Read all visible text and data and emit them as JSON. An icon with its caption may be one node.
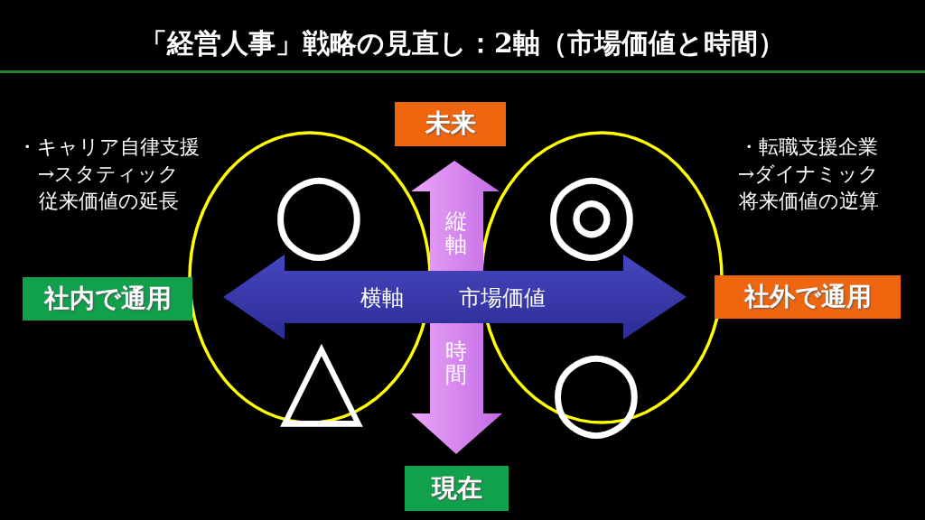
{
  "diagram": {
    "title": "「経営人事」戦略の見直し：2軸（市場価値と時間）",
    "nodes": [
      {
        "text": [
          "未来"
        ]
      },
      {
        "text": [
          "○",
          "△"
        ]
      },
      {
        "text": [
          "◎",
          "○"
        ]
      },
      {
        "text": [
          "社内で通用"
        ]
      },
      {
        "text": [
          "社外で通用"
        ]
      },
      {
        "text": [
          "現在"
        ]
      }
    ],
    "labels": [
      "・キャリア自律支援",
      "→スタティック",
      "従来価値の延長",
      "・転職支援企業",
      "→ダイナミック",
      "将来価値の逆算",
      "縦軸",
      "横軸",
      "市場価値",
      "時間"
    ]
  }
}
